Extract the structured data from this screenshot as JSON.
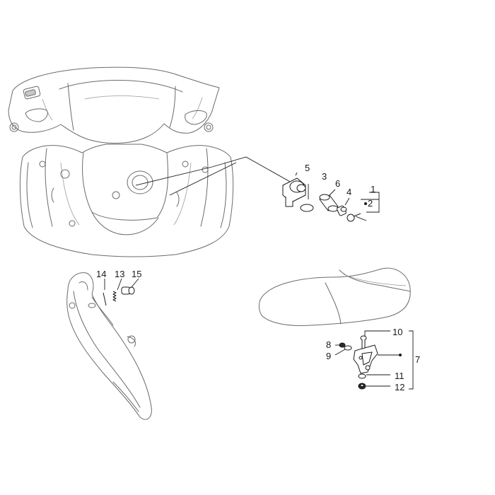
{
  "callouts": {
    "c1": "1",
    "c2": "2",
    "c3": "3",
    "c4": "4",
    "c5": "5",
    "c6": "6",
    "c7": "7",
    "c8": "8",
    "c9": "9",
    "c10": "10",
    "c11": "11",
    "c12": "12",
    "c13": "13",
    "c14": "14",
    "c15": "15"
  },
  "illustrations": {
    "front": "handlebar-and-leg-shield-outline",
    "lock_assembly": "ignition-lock-exploded",
    "side_panel": "side-cover-with-latch",
    "seat": "seat-with-latch-bracket"
  }
}
